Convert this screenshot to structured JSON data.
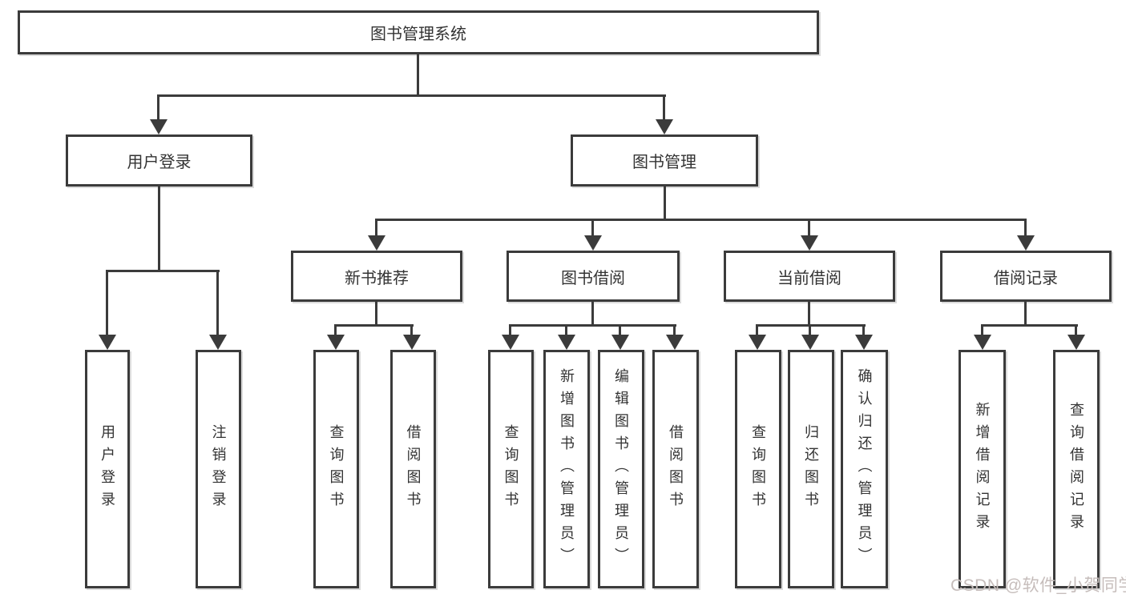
{
  "tree": {
    "root": "图书管理系统",
    "user_login": {
      "label": "用户登录",
      "children": [
        "用户登录",
        "注销登录"
      ]
    },
    "book_management": {
      "label": "图书管理",
      "sections": [
        {
          "label": "新书推荐",
          "children": [
            "查询图书",
            "借阅图书"
          ]
        },
        {
          "label": "图书借阅",
          "children": [
            "查询图书",
            "新增图书（管理员）",
            "编辑图书（管理员）",
            "借阅图书"
          ]
        },
        {
          "label": "当前借阅",
          "children": [
            "查询图书",
            "归还图书",
            "确认归还（管理员）"
          ]
        },
        {
          "label": "借阅记录",
          "children": [
            "新增借阅记录",
            "查询借阅记录"
          ]
        }
      ]
    }
  },
  "watermark": {
    "text": "CSDN @软件_小贺同学",
    "color": "#c6bdbb"
  },
  "colors": {
    "line": "#3b3b3b",
    "text": "#333333",
    "background": "#ffffff"
  }
}
